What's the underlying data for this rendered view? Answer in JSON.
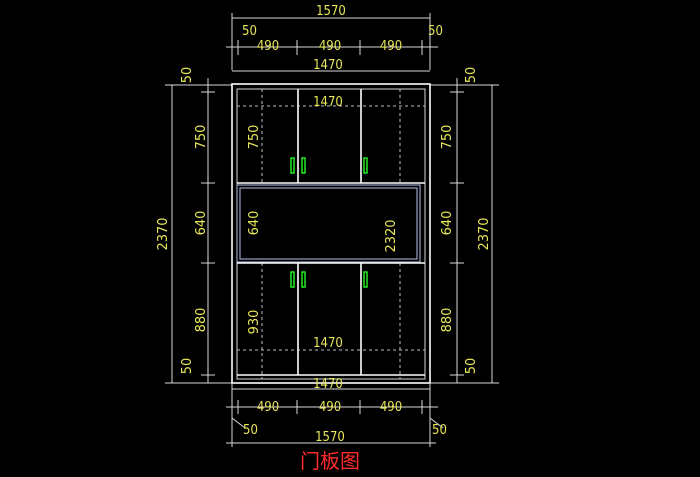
{
  "title": "门板图",
  "dims": {
    "overall_width": "1570",
    "inner_width": "1470",
    "side_offset": "50",
    "column_width": "490",
    "overall_height": "2370",
    "top_band": "750",
    "mid_band": "640",
    "low_band": "880",
    "inner_low": "930",
    "inner_height": "2320"
  },
  "colors": {
    "background": "#000000",
    "dimension_text": "#e8e85a",
    "title": "#ff2a2a",
    "handle": "#22ff22",
    "line": "#ffffff"
  }
}
